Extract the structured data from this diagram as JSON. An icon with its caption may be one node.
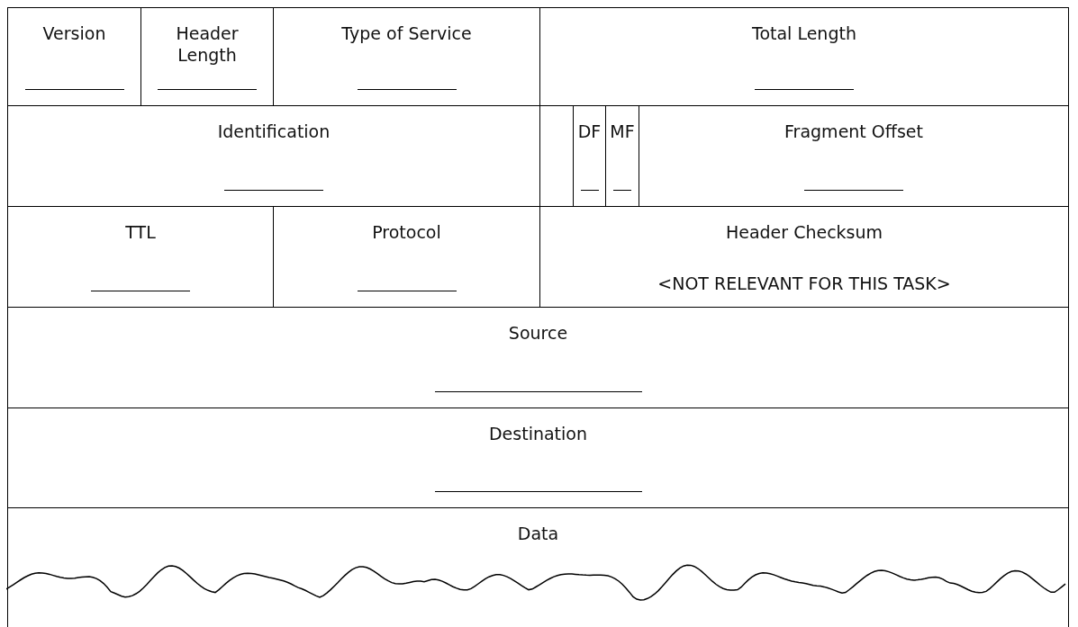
{
  "diagram": {
    "nodes": [
      {
        "text": [
          "Version"
        ]
      },
      {
        "text": [
          "Header Length"
        ]
      },
      {
        "text": [
          "Type of Service"
        ]
      },
      {
        "text": [
          "Total Length"
        ]
      },
      {
        "text": [
          "Identification"
        ]
      },
      {
        "text": [
          "DF"
        ]
      },
      {
        "text": [
          "MF"
        ]
      },
      {
        "text": [
          "Fragment Offset"
        ]
      },
      {
        "text": [
          "TTL"
        ]
      },
      {
        "text": [
          "Protocol"
        ]
      },
      {
        "text": [
          "Header Checksum",
          "<NOT RELEVANT FOR THIS TASK>"
        ]
      },
      {
        "text": [
          "Source"
        ]
      },
      {
        "text": [
          "Destination"
        ]
      },
      {
        "text": [
          "Data"
        ]
      }
    ],
    "edges": []
  }
}
